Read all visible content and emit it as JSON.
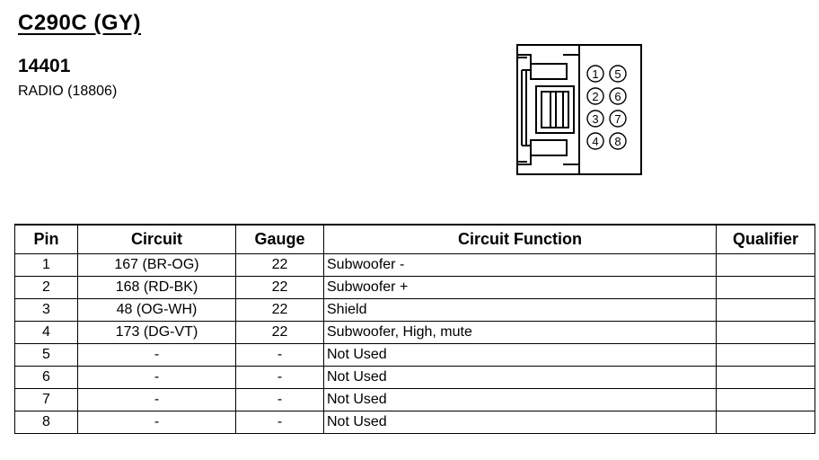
{
  "connector": {
    "title": "C290C (GY)",
    "part_number": "14401",
    "description": "RADIO (18806)"
  },
  "diagram": {
    "cavity_numbers": [
      "1",
      "2",
      "3",
      "4",
      "5",
      "6",
      "7",
      "8"
    ]
  },
  "table": {
    "headers": {
      "pin": "Pin",
      "circuit": "Circuit",
      "gauge": "Gauge",
      "function": "Circuit Function",
      "qualifier": "Qualifier"
    },
    "rows": [
      {
        "pin": "1",
        "circuit": "167 (BR-OG)",
        "gauge": "22",
        "function": "Subwoofer -",
        "qualifier": ""
      },
      {
        "pin": "2",
        "circuit": "168 (RD-BK)",
        "gauge": "22",
        "function": "Subwoofer +",
        "qualifier": ""
      },
      {
        "pin": "3",
        "circuit": "48 (OG-WH)",
        "gauge": "22",
        "function": "Shield",
        "qualifier": ""
      },
      {
        "pin": "4",
        "circuit": "173 (DG-VT)",
        "gauge": "22",
        "function": "Subwoofer, High, mute",
        "qualifier": ""
      },
      {
        "pin": "5",
        "circuit": "-",
        "gauge": "-",
        "function": "Not Used",
        "qualifier": ""
      },
      {
        "pin": "6",
        "circuit": "-",
        "gauge": "-",
        "function": "Not Used",
        "qualifier": ""
      },
      {
        "pin": "7",
        "circuit": "-",
        "gauge": "-",
        "function": "Not Used",
        "qualifier": ""
      },
      {
        "pin": "8",
        "circuit": "-",
        "gauge": "-",
        "function": "Not Used",
        "qualifier": ""
      }
    ]
  }
}
